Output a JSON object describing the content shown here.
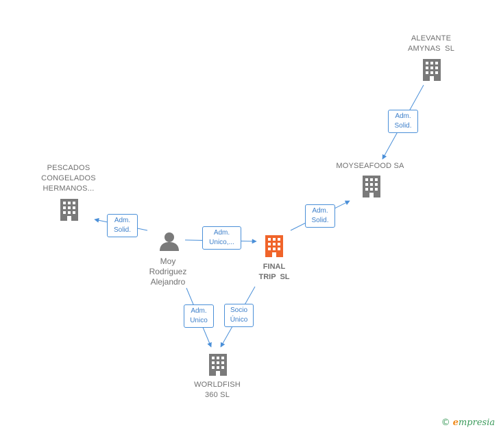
{
  "nodes": {
    "alevante": {
      "label_line1": "ALEVANTE",
      "label_line2": "AMYNAS  SL",
      "type": "company"
    },
    "moyseafood": {
      "label_line1": "MOYSEAFOOD SA",
      "type": "company"
    },
    "pescados": {
      "label_line1": "PESCADOS",
      "label_line2": "CONGELADOS",
      "label_line3": "HERMANOS...",
      "type": "company"
    },
    "person": {
      "label_line1": "Moy",
      "label_line2": "Rodriguez",
      "label_line3": "Alejandro",
      "type": "person"
    },
    "finaltrip": {
      "label_line1": "FINAL",
      "label_line2": "TRIP  SL",
      "type": "company-focus"
    },
    "worldfish": {
      "label_line1": "WORLDFISH",
      "label_line2": "360 SL",
      "type": "company"
    }
  },
  "edges": {
    "alevante_moyseafood": {
      "line1": "Adm.",
      "line2": "Solid."
    },
    "finaltrip_moyseafood": {
      "line1": "Adm.",
      "line2": "Solid."
    },
    "person_pescados": {
      "line1": "Adm.",
      "line2": "Solid."
    },
    "person_finaltrip": {
      "line1": "Adm.",
      "line2": "Unico,..."
    },
    "person_worldfish": {
      "line1": "Adm.",
      "line2": "Unico"
    },
    "finaltrip_worldfish": {
      "line1": "Socio",
      "line2": "Único"
    }
  },
  "colors": {
    "edge": "#4a8fd8",
    "company_icon": "#7a7a7a",
    "focus_icon": "#f0642a",
    "person_icon": "#7a7a7a"
  },
  "brand": {
    "symbol": "©",
    "initial": "e",
    "rest": "mpresia"
  }
}
